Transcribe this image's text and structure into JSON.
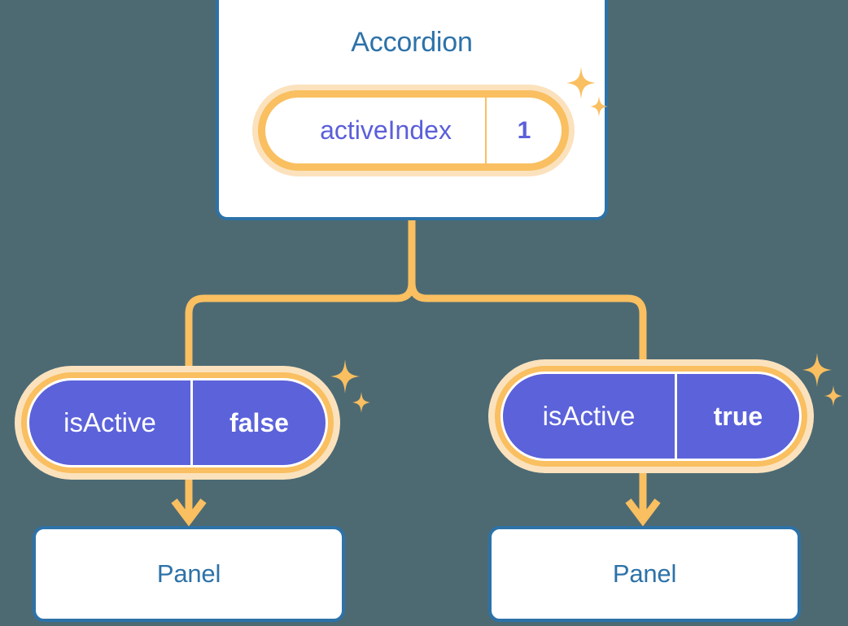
{
  "diagram": {
    "type": "component-state-tree",
    "background_color": "#4d6a73",
    "accent_colors": {
      "card_border": "#2d72a8",
      "card_text": "#2d72a8",
      "pill_ring_outer": "#fbe2bd",
      "pill_ring_inner": "#f9bf60",
      "state_key_text": "#5b5fd9",
      "badge_fill": "#5c62da",
      "badge_text": "#ffffff",
      "connector": "#f9bf60"
    }
  },
  "root": {
    "title": "Accordion",
    "state": {
      "key": "activeIndex",
      "value": "1"
    }
  },
  "branches": [
    {
      "prop": {
        "key": "isActive",
        "value": "false"
      },
      "child_title": "Panel"
    },
    {
      "prop": {
        "key": "isActive",
        "value": "true"
      },
      "child_title": "Panel"
    }
  ],
  "icons": {
    "sparkle": "sparkle-icon",
    "arrow_down": "arrow-down-icon"
  }
}
